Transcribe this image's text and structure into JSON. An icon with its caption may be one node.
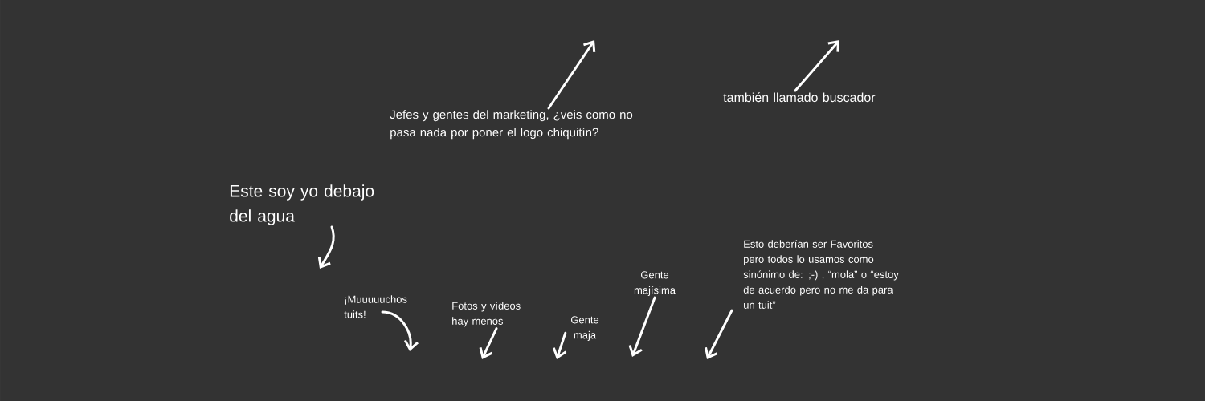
{
  "diagram": {
    "nodes": [
      {
        "text": [
          "Jefes y gentes del marketing, ¿veis como no pasa nada por poner el logo chiquitín?"
        ]
      },
      {
        "text": [
          "también llamado buscador"
        ]
      },
      {
        "text": [
          "Este soy yo debajo del agua"
        ]
      },
      {
        "text": [
          "¡Muuuuuchos tuits!"
        ]
      },
      {
        "text": [
          "Fotos y vídeos hay menos"
        ]
      },
      {
        "text": [
          "Gente maja"
        ]
      },
      {
        "text": [
          "Gente majísima"
        ]
      },
      {
        "text": [
          "Esto deberían ser Favoritos pero todos lo usamos como sinónimo de: ;-) , “mola” o “estoy de acuerdo pero no me da para un tuit”"
        ]
      }
    ],
    "edges": [
      {
        "from": 0,
        "to": null,
        "arrow": "to"
      },
      {
        "from": 1,
        "to": null,
        "arrow": "to"
      },
      {
        "from": 2,
        "to": null,
        "arrow": "to"
      },
      {
        "from": 3,
        "to": null,
        "arrow": "to"
      },
      {
        "from": 4,
        "to": null,
        "arrow": "to"
      },
      {
        "from": 5,
        "to": null,
        "arrow": "to"
      },
      {
        "from": 6,
        "to": null,
        "arrow": "to"
      },
      {
        "from": 7,
        "to": null,
        "arrow": "to"
      }
    ]
  }
}
